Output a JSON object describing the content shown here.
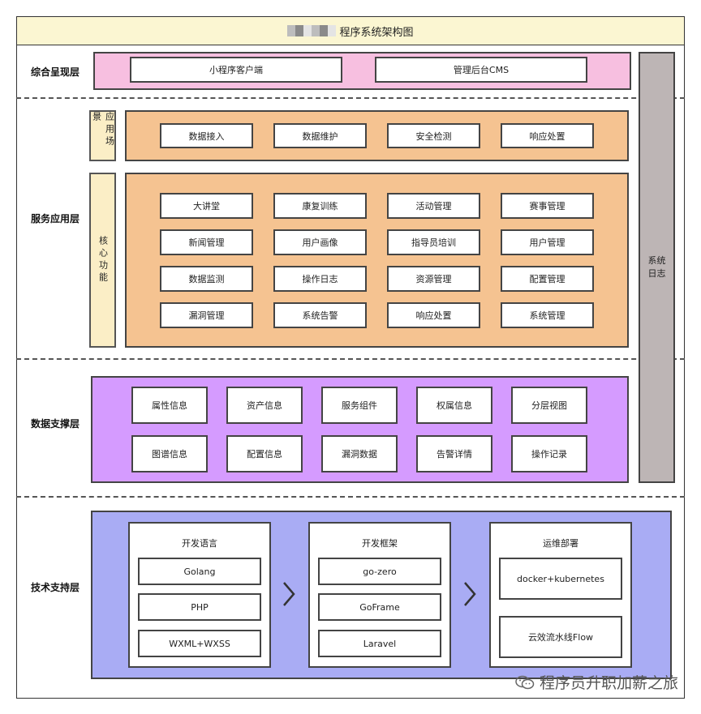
{
  "title": "程序系统架构图",
  "layers": {
    "presentation": "综合呈现层",
    "service": "服务应用层",
    "data": "数据支撑层",
    "tech": "技术支持层"
  },
  "presentation_items": [
    "小程序客户端",
    "管理后台CMS"
  ],
  "side_labels": {
    "scenario": "应用场景",
    "core": "核心功能",
    "syslog": "系统日志"
  },
  "scenario_items": [
    "数据接入",
    "数据维护",
    "安全检测",
    "响应处置"
  ],
  "core_items": [
    [
      "大讲堂",
      "康复训练",
      "活动管理",
      "赛事管理"
    ],
    [
      "新闻管理",
      "用户画像",
      "指导员培训",
      "用户管理"
    ],
    [
      "数据监测",
      "操作日志",
      "资源管理",
      "配置管理"
    ],
    [
      "漏洞管理",
      "系统告警",
      "响应处置",
      "系统管理"
    ]
  ],
  "data_items": [
    [
      "属性信息",
      "资产信息",
      "服务组件",
      "权属信息",
      "分层视图"
    ],
    [
      "图谱信息",
      "配置信息",
      "漏洞数据",
      "告警详情",
      "操作记录"
    ]
  ],
  "tech_columns": [
    {
      "title": "开发语言",
      "items": [
        "Golang",
        "PHP",
        "WXML+WXSS"
      ]
    },
    {
      "title": "开发框架",
      "items": [
        "go-zero",
        "GoFrame",
        "Laravel"
      ]
    },
    {
      "title": "运维部署",
      "items": [
        "docker+kubernetes",
        "云效流水线Flow"
      ]
    }
  ],
  "watermark": "程序员升职加薪之旅",
  "colors": {
    "title_bg": "#fbf6d2",
    "presentation": "#f7bfe0",
    "service": "#f5c391",
    "data": "#d59bff",
    "tech": "#a9acf4",
    "syslog": "#bdb5b5",
    "side_label": "#fbeec6"
  },
  "icons": {
    "arrow": "chevron-right-icon",
    "watermark": "wechat-icon"
  }
}
